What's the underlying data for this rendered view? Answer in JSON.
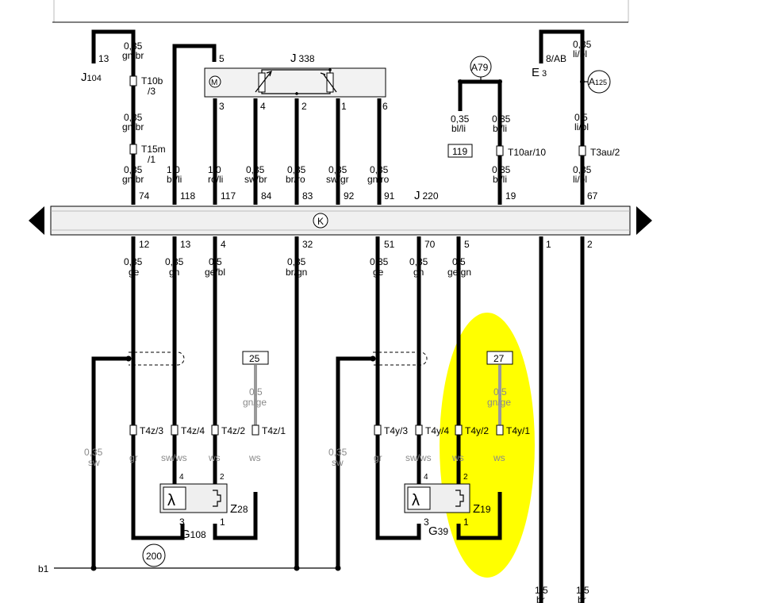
{
  "components": {
    "j104": {
      "name": "J",
      "sub": "104",
      "pin": "13"
    },
    "e3": {
      "name": "E",
      "sub": "3",
      "pin": "8/AB"
    },
    "j338": {
      "name": "J",
      "sub": "338",
      "pins": [
        "5",
        "3",
        "4",
        "2",
        "1",
        "6"
      ]
    },
    "a79": "A79",
    "a125": {
      "name": "A",
      "sub": "125"
    },
    "j220": {
      "name": "J",
      "sub": "220"
    },
    "k_symbol": "K",
    "box119": "119",
    "box25": "25",
    "box27": "27",
    "circle200": "200",
    "b1": "b1",
    "g108": {
      "name": "G",
      "sub": "108"
    },
    "z28": {
      "name": "Z",
      "sub": "28"
    },
    "g39": {
      "name": "G",
      "sub": "39"
    },
    "z19": {
      "name": "Z",
      "sub": "19"
    },
    "lambda": "λ"
  },
  "connectors": {
    "t10b": "T10b",
    "t10b_pin": "/3",
    "t15m": "T15m",
    "t15m_pin": "/1",
    "t10ar": "T10ar/10",
    "t3au": "T3au/2",
    "t4z3": "T4z/3",
    "t4z4": "T4z/4",
    "t4z2": "T4z/2",
    "t4z1": "T4z/1",
    "t4y3": "T4y/3",
    "t4y4": "T4y/4",
    "t4y2": "T4y/2",
    "t4y1": "T4y/1"
  },
  "wires_top": [
    {
      "size": "0,35",
      "color": "gn/br"
    },
    {
      "size": "0,35",
      "color": "gn/br"
    },
    {
      "size": "0,35",
      "color": "gn/br"
    },
    {
      "size": "1,0",
      "color": "br/li"
    },
    {
      "size": "1,0",
      "color": "ro/li"
    },
    {
      "size": "0,35",
      "color": "sw/br"
    },
    {
      "size": "0,35",
      "color": "br/ro"
    },
    {
      "size": "0,35",
      "color": "sw/gr"
    },
    {
      "size": "0,35",
      "color": "gn/ro"
    },
    {
      "size": "0,35",
      "color": "bl/li"
    },
    {
      "size": "0,35",
      "color": "bl/li"
    },
    {
      "size": "0,35",
      "color": "bl/li"
    },
    {
      "size": "0,35",
      "color": "li/bl"
    },
    {
      "size": "0,5",
      "color": "li/bl"
    },
    {
      "size": "0,35",
      "color": "li/bl"
    }
  ],
  "j220_pins_top": [
    "74",
    "118",
    "117",
    "84",
    "83",
    "92",
    "91",
    "19",
    "67"
  ],
  "j220_pins_bottom": [
    "12",
    "13",
    "4",
    "32",
    "51",
    "70",
    "5",
    "1",
    "2"
  ],
  "wires_bottom": [
    {
      "size": "0,35",
      "color": "ge"
    },
    {
      "size": "0,35",
      "color": "gn"
    },
    {
      "size": "0,5",
      "color": "ge/bl"
    },
    {
      "size": "0,35",
      "color": "br/gn"
    },
    {
      "size": "0,35",
      "color": "ge"
    },
    {
      "size": "0,35",
      "color": "gn"
    },
    {
      "size": "0,5",
      "color": "ge/gn"
    }
  ],
  "sensor_wires": {
    "gn_ge_left": {
      "size": "0,5",
      "color": "gn/ge"
    },
    "gn_ge_right": {
      "size": "0,5",
      "color": "gn/ge"
    },
    "sw_left": {
      "size": "0,35",
      "color": "sw"
    },
    "sw_right": {
      "size": "0,35",
      "color": "sw"
    },
    "colors_left": [
      "gr",
      "sw/ws",
      "ws",
      "ws"
    ],
    "colors_right": [
      "gr",
      "sw/ws",
      "ws",
      "ws"
    ],
    "sensor_pins": [
      "4",
      "2",
      "3",
      "1"
    ]
  },
  "ground_wires": [
    {
      "size": "1,5",
      "color": "br"
    },
    {
      "size": "1,5",
      "color": "br"
    }
  ],
  "highlight_color": "#ffff00"
}
